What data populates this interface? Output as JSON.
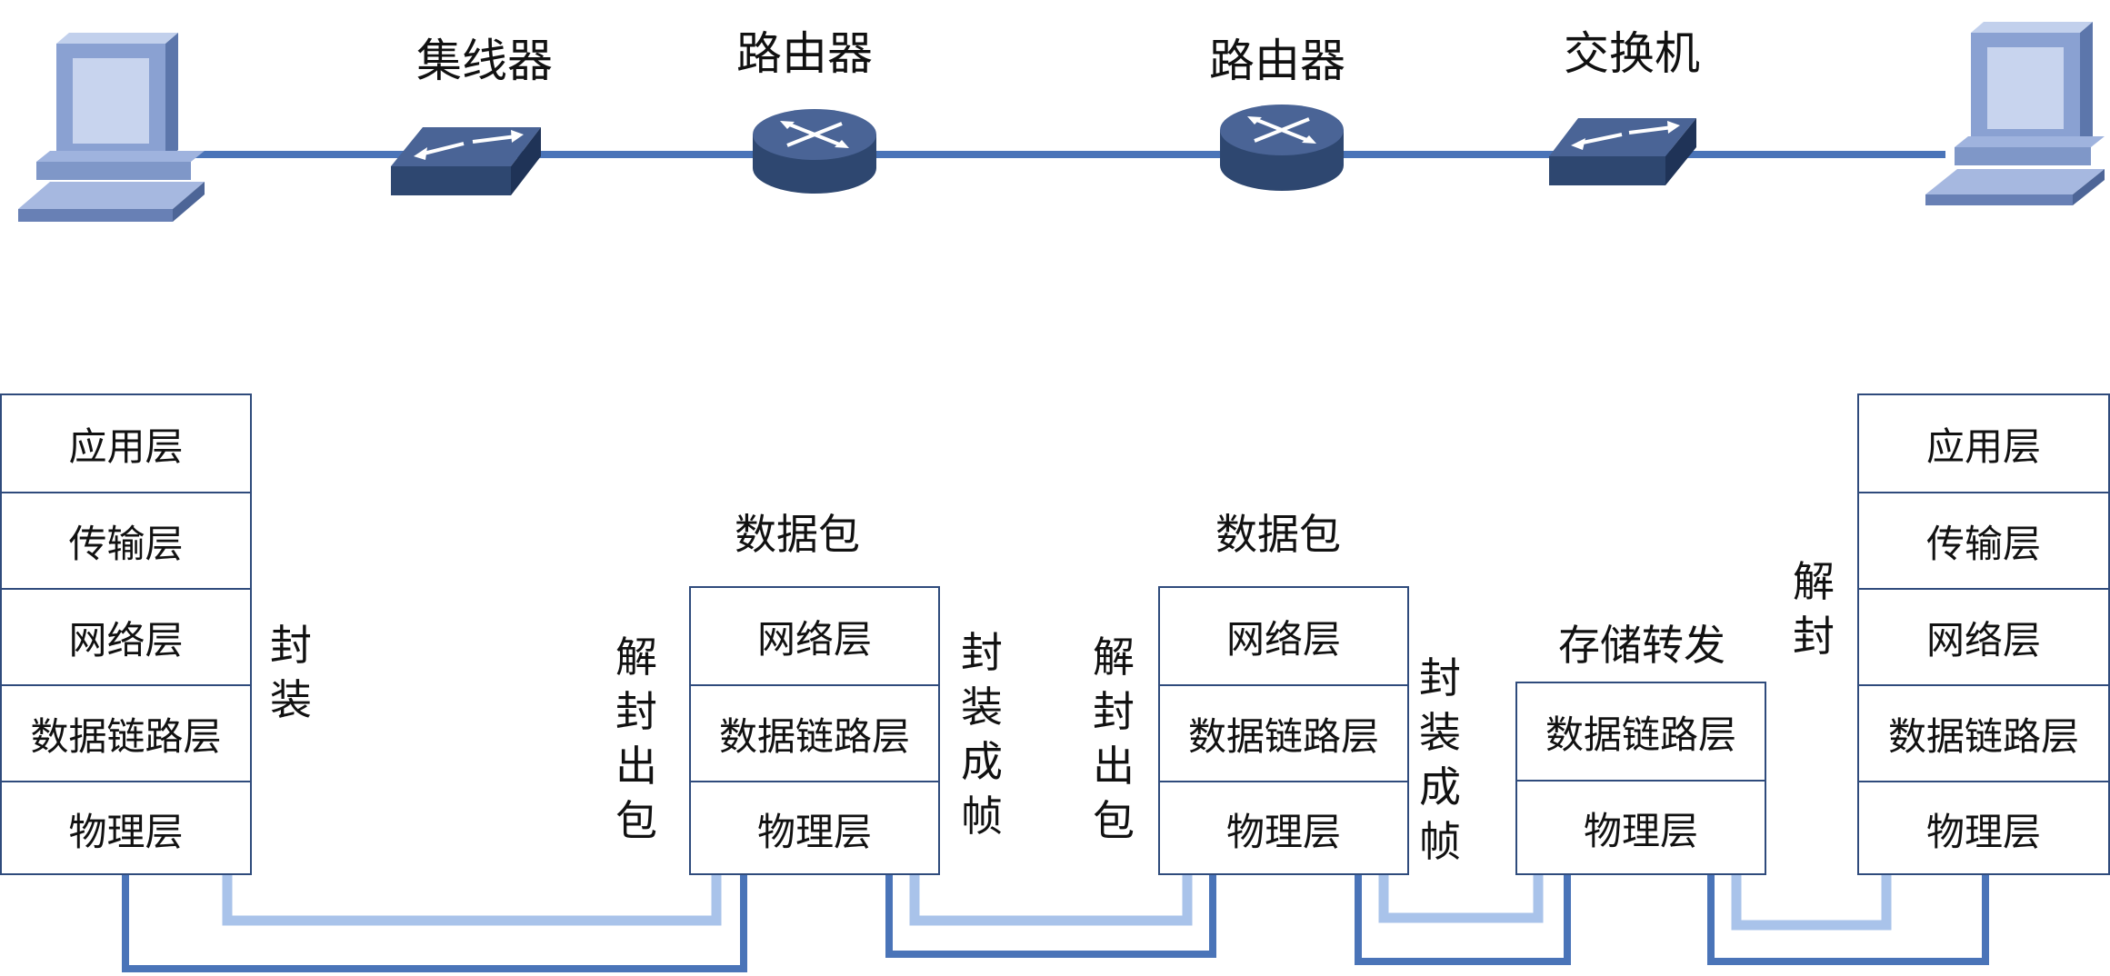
{
  "devices": {
    "hub": "集线器",
    "router1": "路由器",
    "router2": "路由器",
    "switch": "交换机"
  },
  "stacks": {
    "left_host": [
      "应用层",
      "传输层",
      "网络层",
      "数据链路层",
      "物理层"
    ],
    "router1": [
      "网络层",
      "数据链路层",
      "物理层"
    ],
    "router2": [
      "网络层",
      "数据链路层",
      "物理层"
    ],
    "switch": [
      "数据链路层",
      "物理层"
    ],
    "right_host": [
      "应用层",
      "传输层",
      "网络层",
      "数据链路层",
      "物理层"
    ]
  },
  "annotations": {
    "encapsulate": "封\n装",
    "decap_packet_1": "解\n封\n出\n包",
    "encap_frame_1": "封\n装\n成\n帧",
    "decap_packet_2": "解\n封\n出\n包",
    "encap_frame_2": "封\n装\n成\n帧",
    "decapsulate": "解\n封",
    "packet_label_1": "数据包",
    "packet_label_2": "数据包",
    "store_forward": "存储转发"
  },
  "colors": {
    "device_dark": "#2e4770",
    "device_light": "#7f97c8",
    "cable": "#4a74b8",
    "flow": "#a9c3ea",
    "stack_border": "#2f4b7c"
  }
}
